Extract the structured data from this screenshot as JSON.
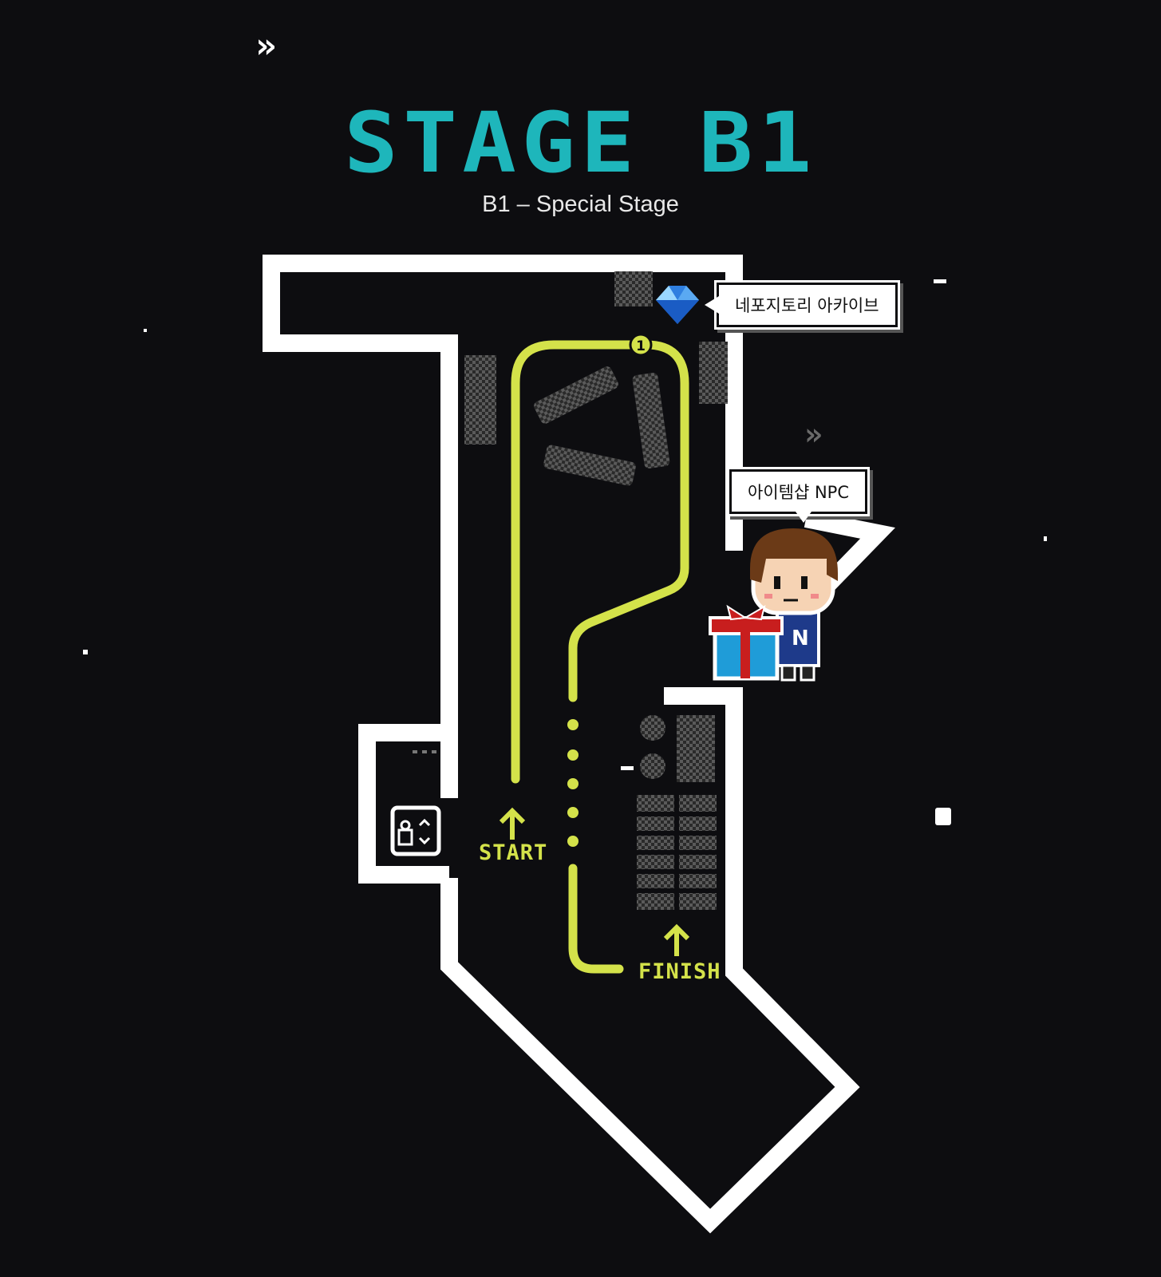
{
  "page": {
    "title": "STAGE B1",
    "subtitle": "B1 – Special Stage",
    "chevrons": "»"
  },
  "map": {
    "markers": {
      "archive": "네포지토리 아카이브",
      "npc": "아이템샵 NPC",
      "checkpoint": "1",
      "start": "START",
      "finish": "FINISH"
    },
    "npc_shirt_letter": "N",
    "icons": [
      "diamond-icon",
      "gift-box-icon",
      "npc-character-icon",
      "elevator-icon",
      "chevron-right-icon",
      "arrow-up-icon"
    ]
  },
  "colors": {
    "background": "#0d0d10",
    "title": "#1eb6bb",
    "route": "#d4e24a",
    "walls": "#ffffff",
    "obstacles": "#555555"
  }
}
